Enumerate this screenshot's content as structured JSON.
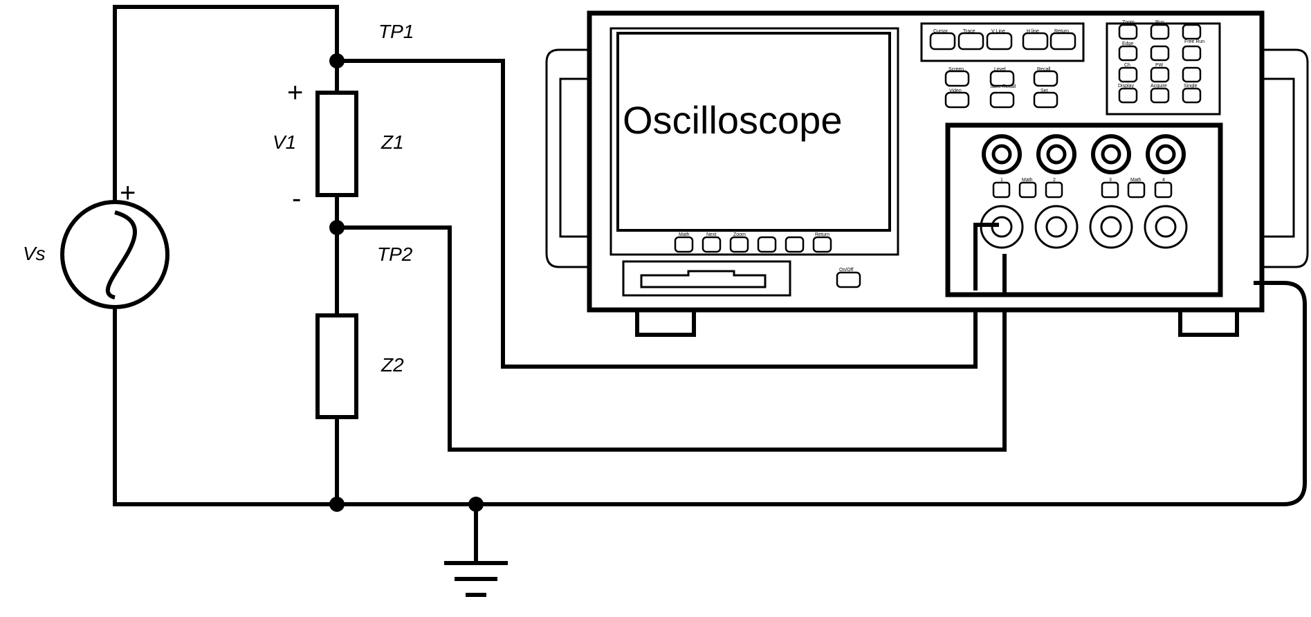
{
  "circuit": {
    "source_label": "Vs",
    "source_plus": "+",
    "z1_label": "Z1",
    "z2_label": "Z2",
    "v1_label": "V1",
    "v1_plus": "+",
    "v1_minus": "-",
    "tp1_label": "TP1",
    "tp2_label": "TP2"
  },
  "oscilloscope": {
    "screen_text": "Oscilloscope",
    "top_buttons": [
      "Cursor",
      "Trace",
      "V Line",
      "H line",
      "Return"
    ],
    "mid_buttons": [
      "Screen",
      "Level",
      "Recall",
      "Video",
      "Save Recall",
      "Set"
    ],
    "keypad": [
      "Zoom",
      "Run",
      "Edge",
      "Free Run",
      "Ch",
      "PW",
      "Display",
      "Acquire",
      "Single"
    ],
    "screen_buttons": [
      "Math",
      "Next",
      "Zoom",
      "Return"
    ],
    "power_label": "On/Off",
    "channel_labels": [
      "1",
      "Math",
      "2",
      "3",
      "Math",
      "4"
    ]
  }
}
